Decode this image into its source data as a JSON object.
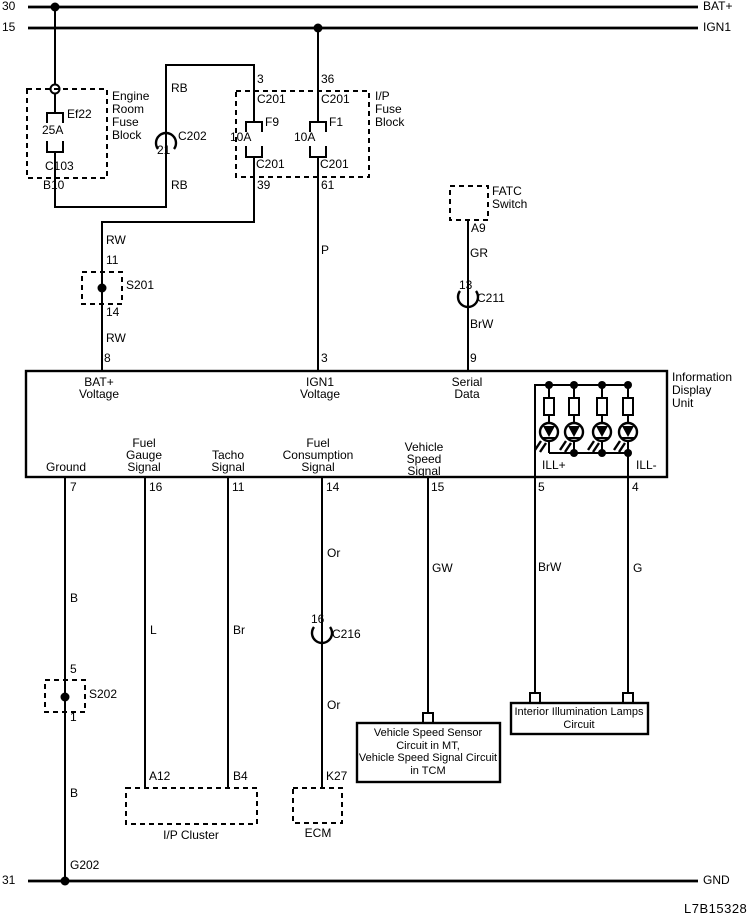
{
  "diagram_id": "L7B15328",
  "rails": {
    "bat": {
      "num": "30",
      "name": "BAT+"
    },
    "ign": {
      "num": "15",
      "name": "IGN1"
    },
    "gnd": {
      "num": "31",
      "name": "GND"
    }
  },
  "engine_fuse_block": {
    "label": "Engine\nRoom\nFuse\nBlock",
    "fuse_name": "Ef22",
    "fuse_rating": "25A",
    "connector": "C103",
    "pin": "B10"
  },
  "c202": {
    "wire_top": "RB",
    "pin": "21",
    "name": "C202",
    "wire_bottom": "RB"
  },
  "ip_fuse_block": {
    "label": "I/P\nFuse\nBlock",
    "f9": {
      "pin_in": "3",
      "conn_in": "C201",
      "name": "F9",
      "rating": "10A",
      "conn_out": "C201",
      "pin_out": "39"
    },
    "f1": {
      "pin_in": "36",
      "conn_in": "C201",
      "name": "F1",
      "rating": "10A",
      "conn_out": "C201",
      "pin_out": "61"
    }
  },
  "s201": {
    "wire_top": "RW",
    "pin_in": "11",
    "name": "S201",
    "pin_out": "14",
    "wire_bottom": "RW"
  },
  "wire_p": "P",
  "fatc_switch": {
    "label": "FATC\nSwitch",
    "pin": "A9",
    "wire_top": "GR",
    "c211_pin": "13",
    "c211_name": "C211",
    "wire_bottom": "BrW"
  },
  "idu": {
    "label": "Information\nDisplay\nUnit",
    "pin_bat": {
      "num": "8",
      "name": "BAT+\nVoltage"
    },
    "pin_ign": {
      "num": "3",
      "name": "IGN1\nVoltage"
    },
    "pin_serial": {
      "num": "9",
      "name": "Serial\nData"
    },
    "pin_ground": {
      "num": "7",
      "name": "Ground"
    },
    "pin_fuel_gauge": {
      "num": "16",
      "name": "Fuel\nGauge\nSignal"
    },
    "pin_tacho": {
      "num": "11",
      "name": "Tacho\nSignal"
    },
    "pin_fuel_cons": {
      "num": "14",
      "name": "Fuel\nConsumption\nSignal"
    },
    "pin_vss": {
      "num": "15",
      "name": "Vehicle\nSpeed\nSignal"
    },
    "pin_illp": {
      "num": "5",
      "name": "ILL+"
    },
    "pin_illm": {
      "num": "4",
      "name": "ILL-"
    }
  },
  "ground_path": {
    "wire_top": "B",
    "s202_pin_in": "5",
    "s202_name": "S202",
    "s202_pin_out": "1",
    "wire_bottom": "B",
    "ground_point": "G202"
  },
  "fuel_gauge_wire": "L",
  "tacho_wire": "Br",
  "fuel_cons": {
    "wire_top": "Or",
    "c216_pin": "16",
    "c216_name": "C216",
    "wire_bottom": "Or"
  },
  "vss_wire": "GW",
  "ill": {
    "wire_plus": "BrW",
    "wire_minus": "G"
  },
  "ip_cluster": {
    "pin_a": "A12",
    "pin_b": "B4",
    "label": "I/P Cluster"
  },
  "ecm": {
    "pin": "K27",
    "label": "ECM"
  },
  "vss_box": {
    "label": "Vehicle Speed Sensor\nCircuit in MT,\nVehicle Speed Signal Circuit\nin TCM"
  },
  "ill_box": {
    "label": "Interior Illumination Lamps\nCircuit"
  },
  "colors": {
    "line": "#000000",
    "background": "#ffffff"
  }
}
